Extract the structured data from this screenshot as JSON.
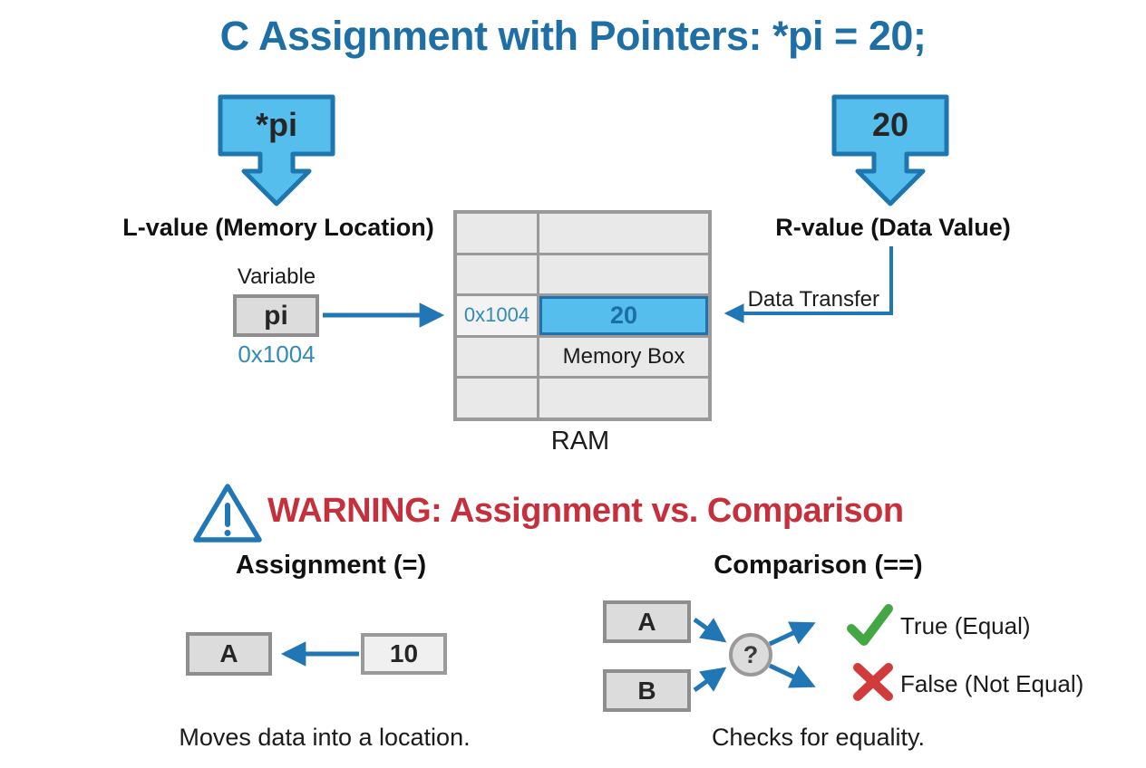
{
  "title": "C Assignment with Pointers: *pi = 20;",
  "callouts": {
    "pointer": "*pi",
    "value": "20"
  },
  "labels": {
    "lvalue": "L-value (Memory Location)",
    "rvalue": "R-value (Data Value)",
    "variable": "Variable",
    "variable_name": "pi",
    "variable_address": "0x1004",
    "data_transfer": "Data Transfer",
    "ram": "RAM"
  },
  "ram_table": {
    "address": "0x1004",
    "value": "20",
    "memory_box": "Memory Box"
  },
  "warning": "WARNING: Assignment vs. Comparison",
  "assignment": {
    "heading": "Assignment (=)",
    "target": "A",
    "value": "10",
    "caption": "Moves data into a location."
  },
  "comparison": {
    "heading": "Comparison (==)",
    "operand_a": "A",
    "operand_b": "B",
    "operator": "?",
    "true_result": "True (Equal)",
    "false_result": "False (Not Equal)",
    "caption": "Checks for equality."
  },
  "colors": {
    "accent_blue": "#2176B5",
    "callout_fill": "#55BEEC",
    "callout_stroke": "#1E76AE",
    "title_blue": "#1D6FA5",
    "warning_red": "#C5303C",
    "address_teal": "#338BB3",
    "success_green": "#43A843",
    "error_red": "#D23B3B"
  }
}
